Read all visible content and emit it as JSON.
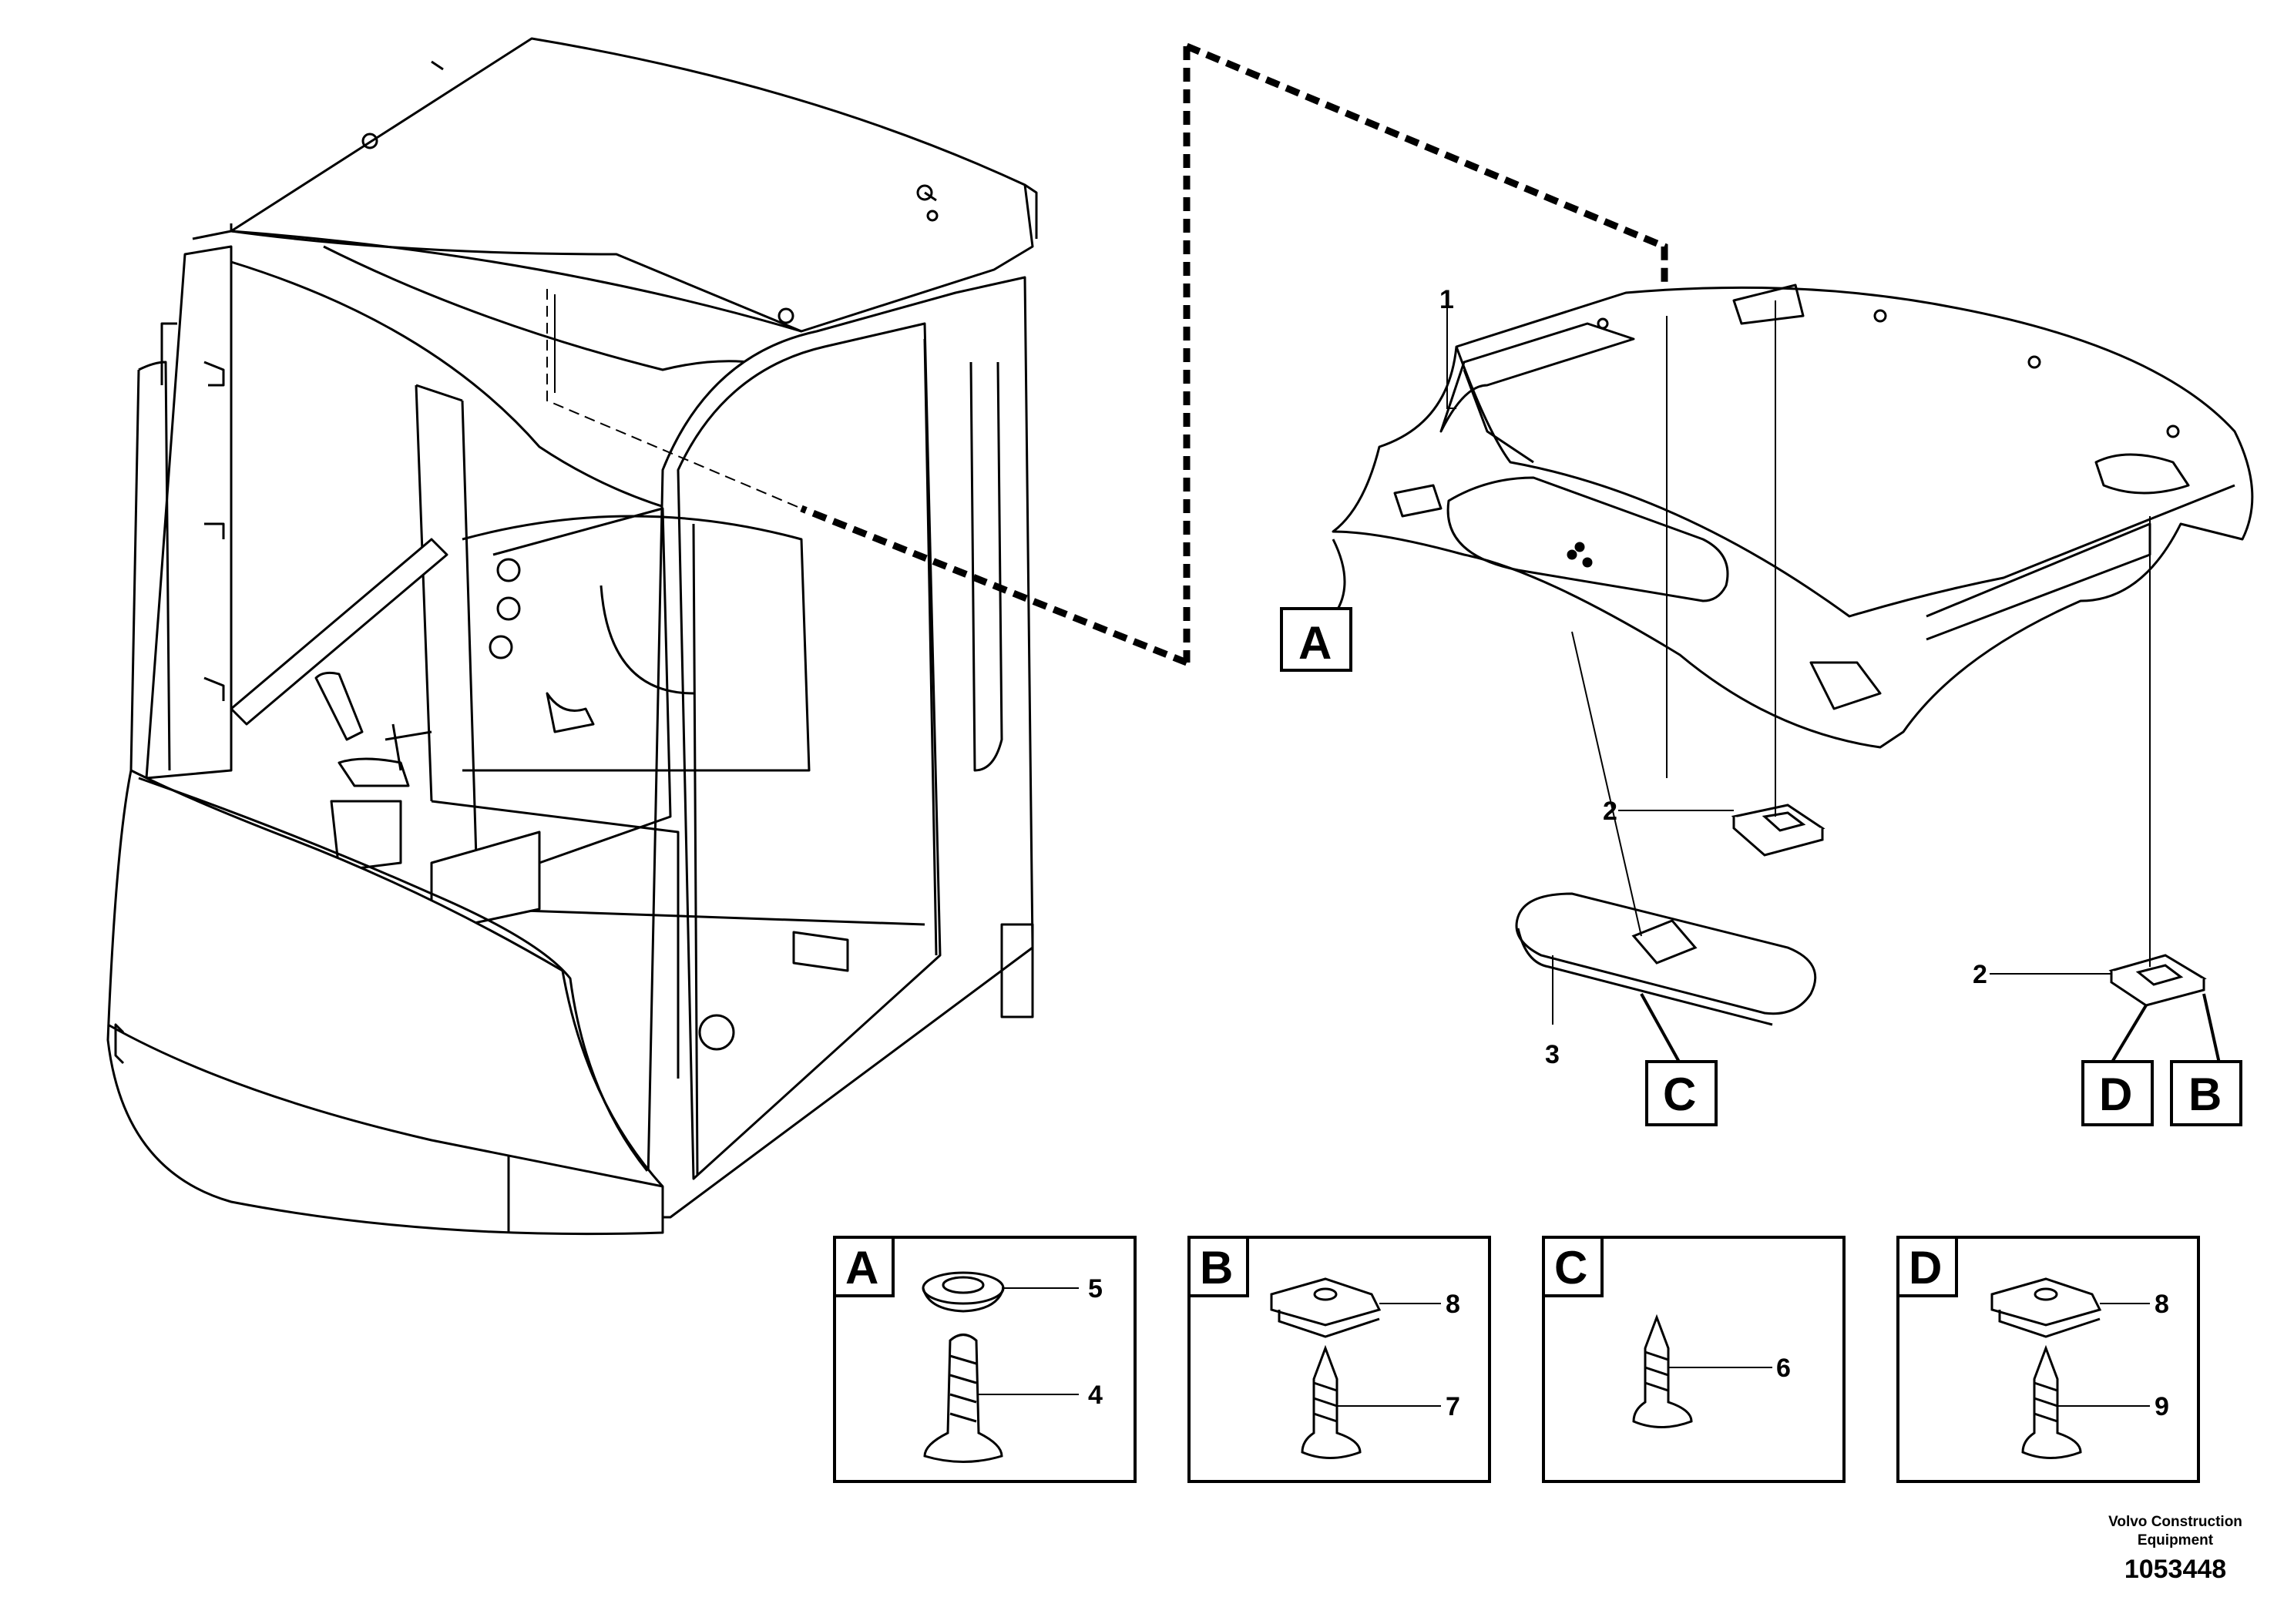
{
  "callouts": {
    "c1": "1",
    "c2a": "2",
    "c2b": "2",
    "c3": "3",
    "c4": "4",
    "c5": "5",
    "c6": "6",
    "c7": "7",
    "c8a": "8",
    "c8b": "8",
    "c9": "9"
  },
  "flags": {
    "A": "A",
    "B": "B",
    "C": "C",
    "D": "D"
  },
  "details": {
    "A": "A",
    "B": "B",
    "C": "C",
    "D": "D"
  },
  "footer": {
    "company_line1": "Volvo Construction",
    "company_line2": "Equipment",
    "figure_id": "1053448"
  }
}
